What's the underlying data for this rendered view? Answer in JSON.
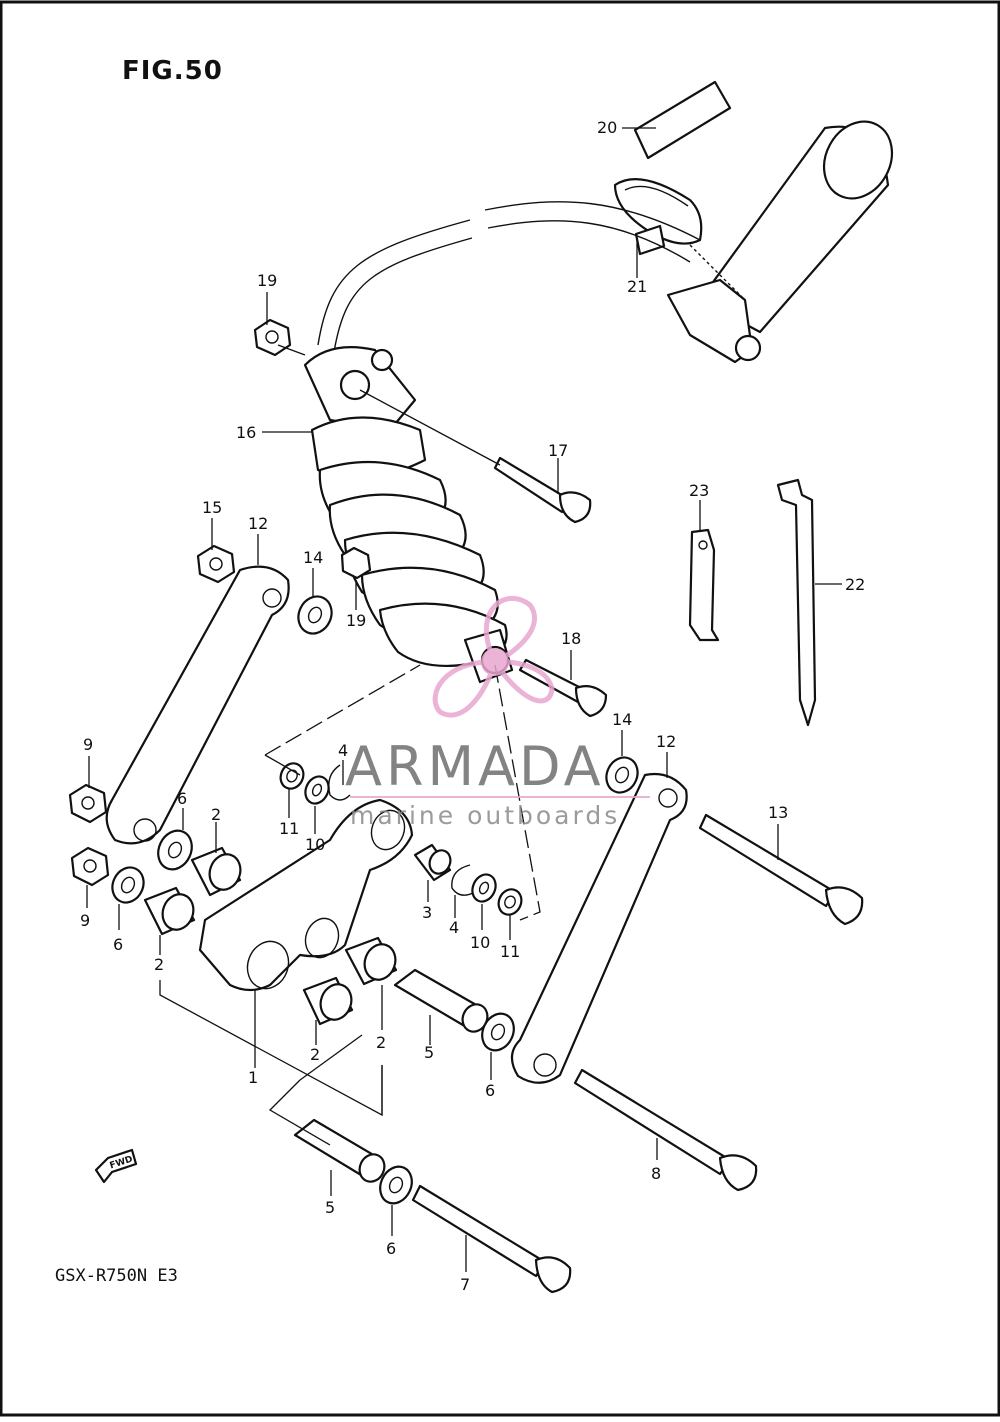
{
  "figure": {
    "title": "FIG.50",
    "model_code": "GSX-R750N E3",
    "fwd_label": "FWD"
  },
  "watermark": {
    "brand": "ARMADA",
    "tagline": "marine outboards",
    "color": "#e8a6cf"
  },
  "callouts": {
    "c1": "1",
    "c2a": "2",
    "c2b": "2",
    "c2c": "2",
    "c2d": "2",
    "c3": "3",
    "c4a": "4",
    "c4b": "4",
    "c5a": "5",
    "c5b": "5",
    "c6a": "6",
    "c6b": "6",
    "c6c": "6",
    "c6d": "6",
    "c7": "7",
    "c8": "8",
    "c9a": "9",
    "c9b": "9",
    "c10a": "10",
    "c10b": "10",
    "c11a": "11",
    "c11b": "11",
    "c12a": "12",
    "c12b": "12",
    "c13": "13",
    "c14a": "14",
    "c14b": "14",
    "c15": "15",
    "c16": "16",
    "c17": "17",
    "c18": "18",
    "c19a": "19",
    "c19b": "19",
    "c20": "20",
    "c21": "21",
    "c22": "22",
    "c23": "23"
  }
}
